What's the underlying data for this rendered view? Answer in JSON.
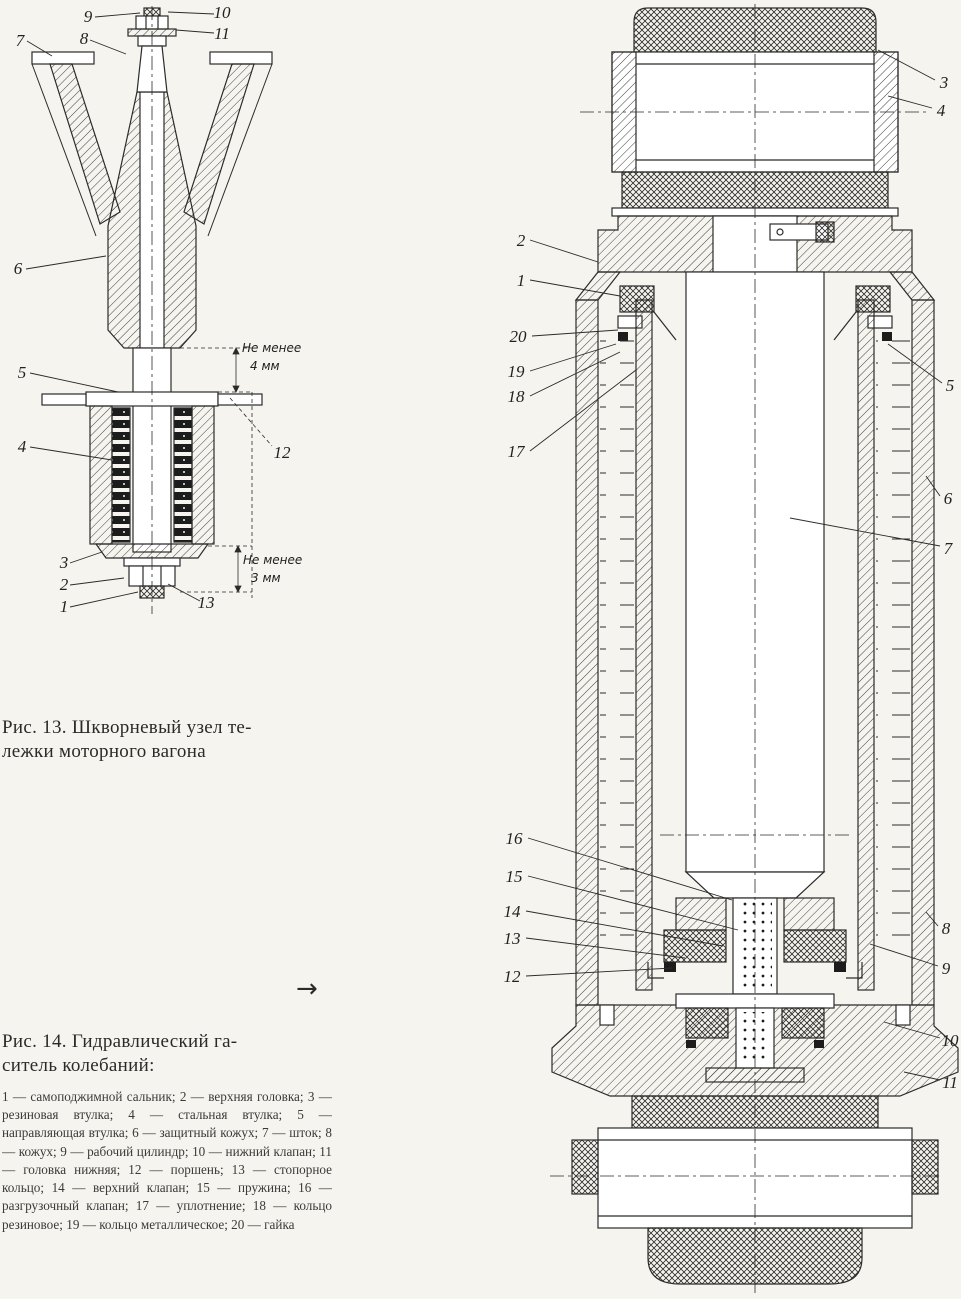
{
  "page": {
    "bg": "#f6f4ee",
    "ink": "#2b2b2b"
  },
  "fig13": {
    "caption_line1": "Рис. 13. Шкворневый узел те-",
    "caption_line2": "лежки моторного вагона",
    "dim_top_line1": "Не менее",
    "dim_top_line2": "4 мм",
    "dim_bottom_line1": "Не менее",
    "dim_bottom_line2": "3 мм",
    "callouts": [
      "9",
      "10",
      "11",
      "7",
      "8",
      "6",
      "5",
      "4",
      "12",
      "3",
      "2",
      "1",
      "13"
    ]
  },
  "arrow_symbol": "→",
  "fig14": {
    "caption_line1": "Рис. 14. Гидравлический га-",
    "caption_line2": "ситель колебаний:",
    "legend": "1 — самоподжимной сальник; 2 — верхняя головка; 3 — резиновая втулка; 4 — стальная втулка; 5 — направляющая втулка; 6 — защитный кожух; 7 — шток; 8 — кожух; 9 — рабочий цилиндр; 10 — нижний клапан; 11 — головка нижняя; 12 — поршень; 13 — стопорное кольцо; 14 — верхний клапан; 15 — пружина; 16 — разгрузочный клапан; 17 — уплотнение; 18 — кольцо резиновое; 19 — кольцо металлическое; 20 — гайка",
    "callouts": [
      "3",
      "4",
      "2",
      "1",
      "20",
      "19",
      "18",
      "17",
      "5",
      "6",
      "7",
      "16",
      "15",
      "14",
      "13",
      "12",
      "8",
      "9",
      "10",
      "11"
    ]
  }
}
